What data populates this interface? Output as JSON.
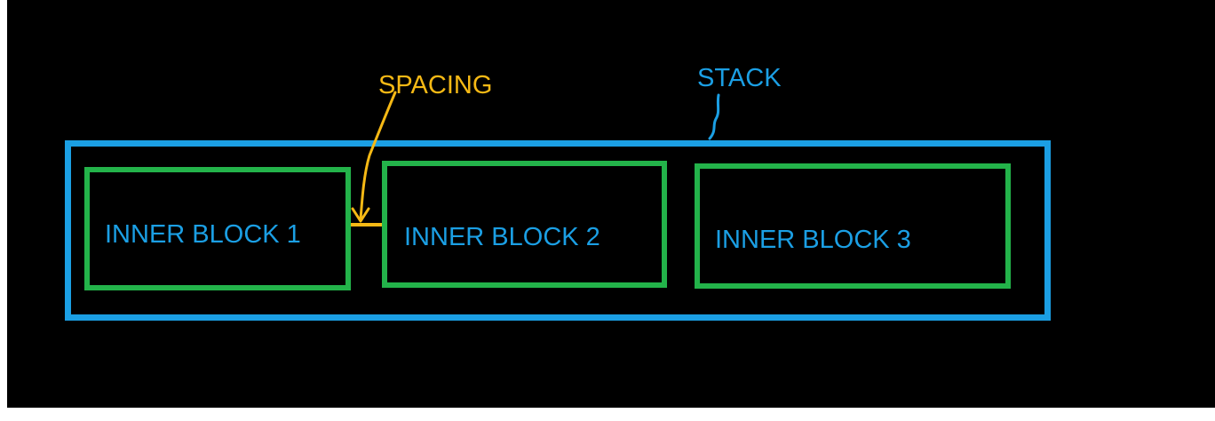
{
  "stack": {
    "label": "STACK"
  },
  "spacing": {
    "label": "SPACING"
  },
  "inner_blocks": [
    {
      "label": "INNER BLOCK 1"
    },
    {
      "label": "INNER BLOCK 2"
    },
    {
      "label": "INNER BLOCK 3"
    }
  ],
  "colors": {
    "background": "#000000",
    "stack": "#1b9fe4",
    "inner_block": "#23b34a",
    "spacing": "#f6b915"
  }
}
